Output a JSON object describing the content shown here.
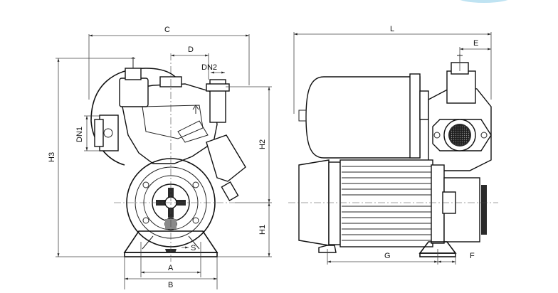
{
  "labels": {
    "C": "C",
    "D": "D",
    "DN2": "DN2",
    "DN1": "DN1",
    "H3": "H3",
    "H2": "H2",
    "H1": "H1",
    "S": "S",
    "A": "A",
    "B": "B",
    "L": "L",
    "E": "E",
    "G": "G",
    "F": "F"
  },
  "colors": {
    "line": "#111111",
    "background": "#ffffff",
    "accent_corner": "#bfe3f2"
  }
}
